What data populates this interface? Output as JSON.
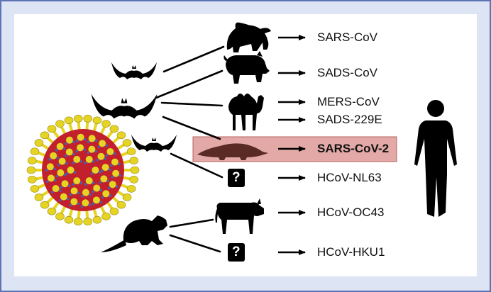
{
  "colors": {
    "outer_background": "#dde4f3",
    "outer_border": "#5c73b4",
    "panel_background": "#ffffff",
    "highlight_fill": "#e2a9a6",
    "highlight_border": "#b7605c",
    "silhouette": "#000000",
    "virus_core": "#c1202c",
    "virus_spike": "#e5d424",
    "virus_dots": "#4a5fb0"
  },
  "icons": {
    "question_box": "?"
  },
  "viruses": [
    {
      "id": "sars-cov",
      "label": "SARS-CoV",
      "host": "civet"
    },
    {
      "id": "sads-cov",
      "label": "SADS-CoV",
      "host": "pig"
    },
    {
      "id": "mers-cov",
      "label": "MERS-CoV",
      "host": "camel"
    },
    {
      "id": "sads-229e",
      "label": "SADS-229E",
      "host": "camel"
    },
    {
      "id": "sars-cov-2",
      "label": "SARS-CoV-2",
      "host": "pangolin",
      "highlighted": true
    },
    {
      "id": "hcov-nl63",
      "label": "HCoV-NL63",
      "host": "unknown"
    },
    {
      "id": "hcov-oc43",
      "label": "HCoV-OC43",
      "host": "cow"
    },
    {
      "id": "hcov-hku1",
      "label": "HCoV-HKU1",
      "host": "unknown"
    }
  ]
}
